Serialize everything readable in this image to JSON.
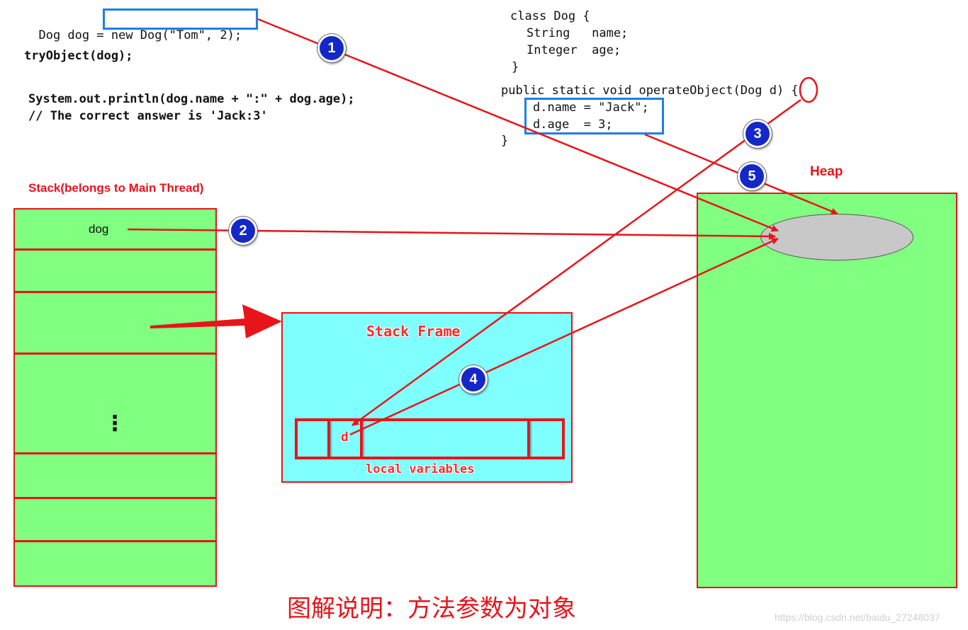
{
  "code_left": {
    "line1_prefix": "Dog dog = ",
    "line1_boxed": "new Dog(\"Tom\", 2);",
    "line2": "tryObject(dog);",
    "line3": "System.out.println(dog.name + \":\" + dog.age);",
    "line4": "// The correct answer is 'Jack:3'"
  },
  "code_right": {
    "class_decl": "class Dog {",
    "field_name": "String   name;",
    "field_age": "Integer  age;",
    "class_end": "}",
    "method_decl_a": "public static void operateObject(Dog ",
    "method_param": "d",
    "method_decl_b": ") {",
    "stmt_name": "d.name = \"Jack\";",
    "stmt_age": "d.age  = 3;",
    "method_end": "}"
  },
  "stack": {
    "title": "Stack(belongs to Main Thread)",
    "var_label": "dog",
    "ellipsis": "⋮"
  },
  "heap": {
    "title": "Heap"
  },
  "frame": {
    "title": "Stack Frame",
    "var_label": "d",
    "locals_label": "local variables"
  },
  "steps": [
    "1",
    "2",
    "3",
    "4",
    "5"
  ],
  "caption": "图解说明：方法参数为对象",
  "watermark": "https://blog.csdn.net/baidu_27248037",
  "colors": {
    "red": "#e8141b",
    "green": "#80ff80",
    "cyan": "#80ffff",
    "blue": "#1428c8",
    "heap_object": "#c8c8c8"
  }
}
